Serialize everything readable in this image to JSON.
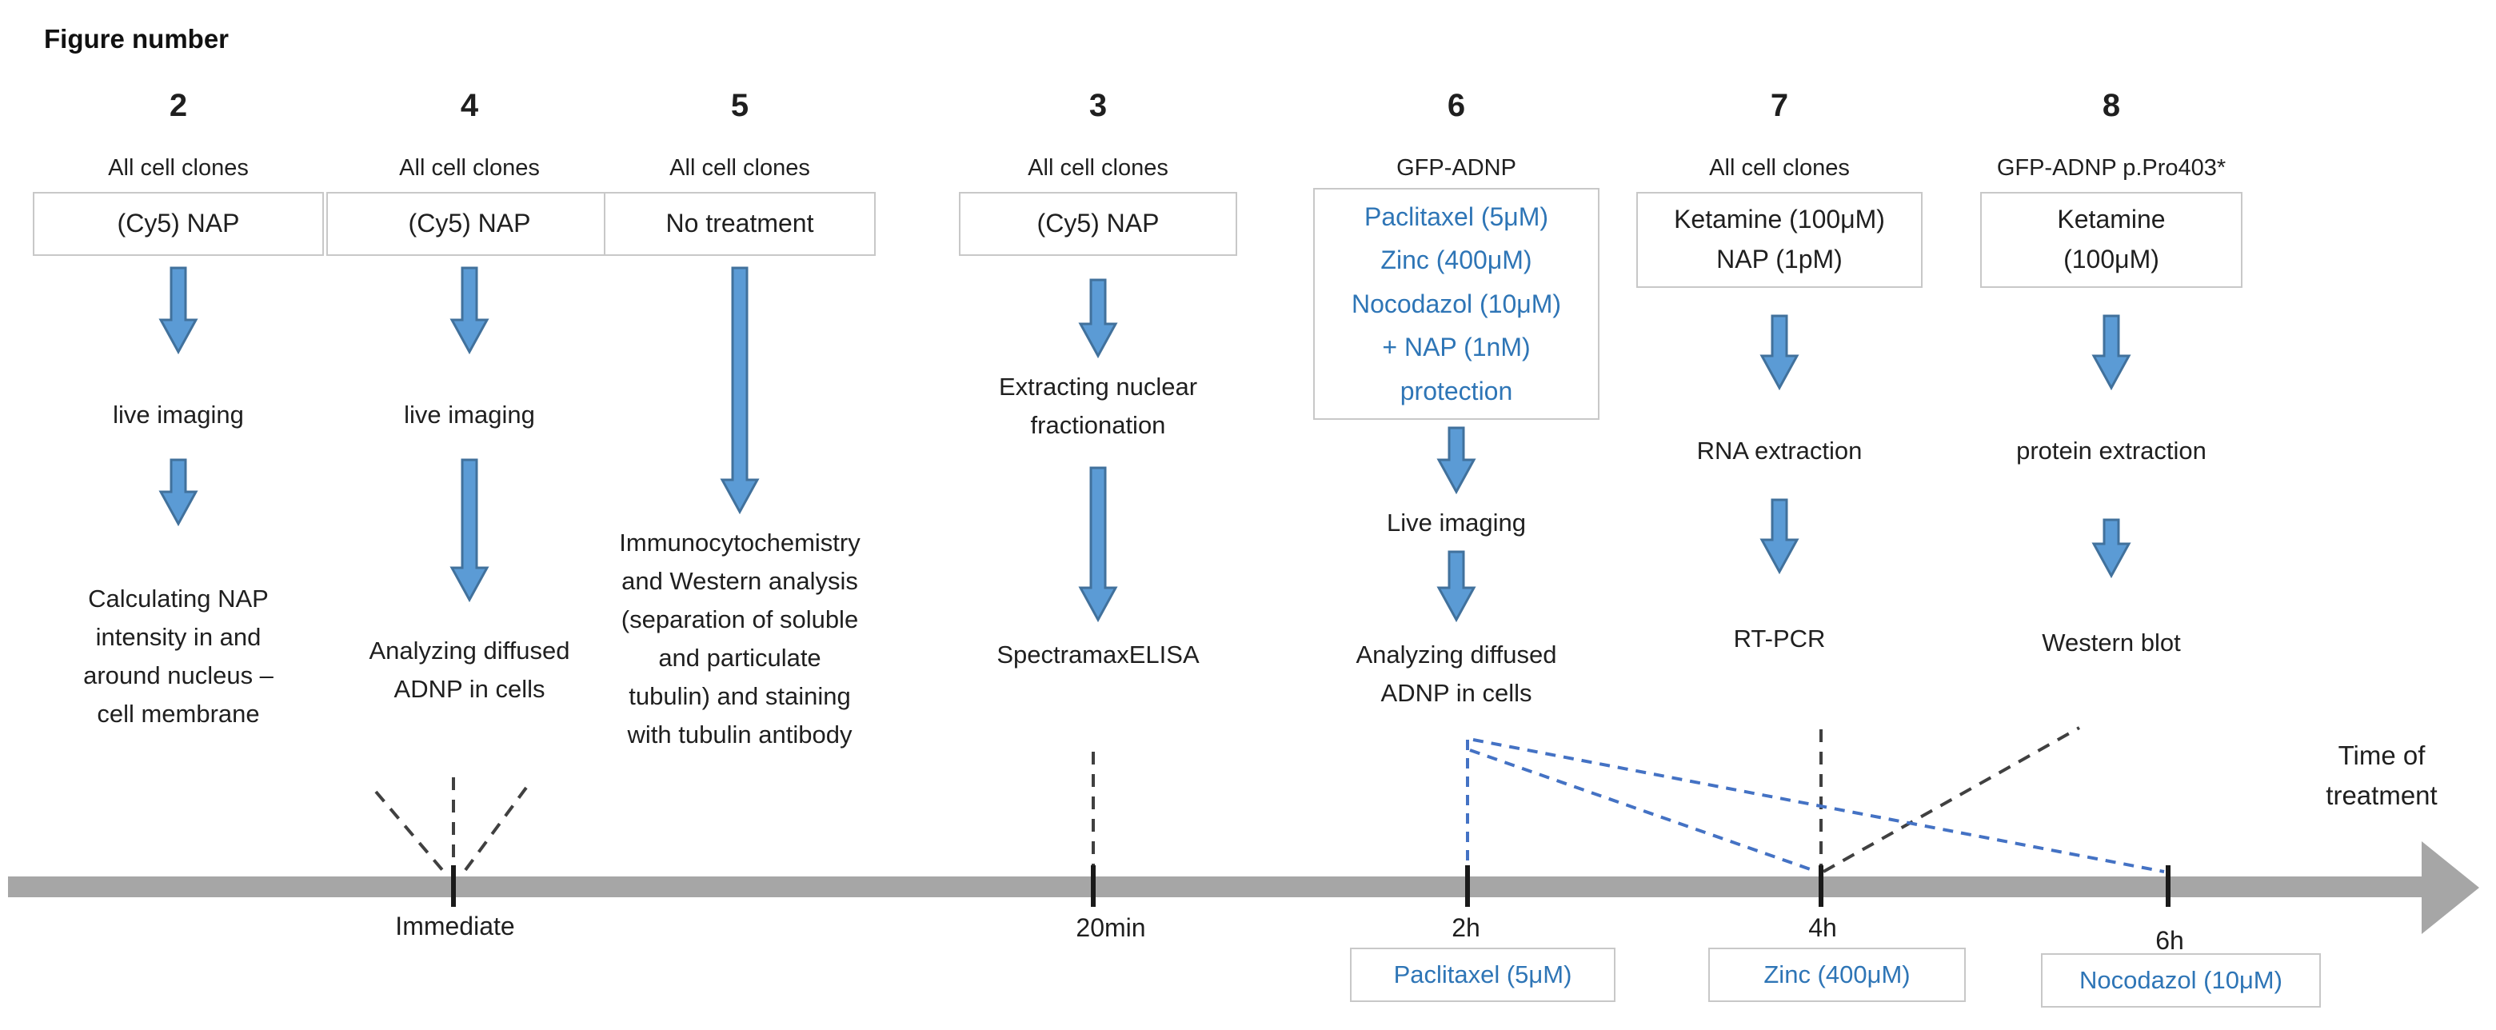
{
  "title": "Figure number",
  "colors": {
    "arrow_fill": "#5b9bd5",
    "arrow_border": "#41719c",
    "blue_text": "#2e75b6",
    "timeline_gray": "#a6a6a6",
    "dashed_black": "#404040",
    "dashed_blue": "#4472c4",
    "box_border": "#c8c8c8"
  },
  "columns": [
    {
      "number": "2",
      "header": "All cell clones",
      "treatment": "(Cy5) NAP",
      "step1": "live imaging",
      "result": "Calculating NAP\nintensity in and\naround nucleus –\ncell membrane"
    },
    {
      "number": "4",
      "header": "All cell clones",
      "treatment": "(Cy5) NAP",
      "step1": "live imaging",
      "result": "Analyzing diffused\nADNP in cells"
    },
    {
      "number": "5",
      "header": "All cell clones",
      "treatment": "No treatment",
      "result": "Immunocytochemistry\nand Western analysis\n(separation of soluble\nand particulate\ntubulin) and staining\nwith tubulin antibody"
    },
    {
      "number": "3",
      "header": "All cell clones",
      "treatment": "(Cy5) NAP",
      "step1": "Extracting nuclear\nfractionation",
      "result": "SpectramaxELISA"
    },
    {
      "number": "6",
      "header": "GFP-ADNP",
      "treatment": "Paclitaxel (5μM)\nZinc (400μM)\nNocodazol (10μM)\n+ NAP (1nM)\nprotection",
      "step1": "Live imaging",
      "result": "Analyzing diffused\nADNP in cells"
    },
    {
      "number": "7",
      "header": "All cell clones",
      "treatment": "Ketamine (100μM)\nNAP (1pM)",
      "step1": "RNA extraction",
      "result": "RT-PCR"
    },
    {
      "number": "8",
      "header": "GFP-ADNP p.Pro403*",
      "treatment": "Ketamine\n(100μM)",
      "step1": "protein extraction",
      "result": "Western blot"
    }
  ],
  "timeline": {
    "axis_label": "Time of\ntreatment",
    "points": [
      {
        "label": "Immediate"
      },
      {
        "label": "20min"
      },
      {
        "label": "2h",
        "treatment_box": "Paclitaxel (5μM)"
      },
      {
        "label": "4h",
        "treatment_box": "Zinc (400μM)"
      },
      {
        "label": "6h",
        "treatment_box": "Nocodazol (10μM)"
      }
    ]
  }
}
